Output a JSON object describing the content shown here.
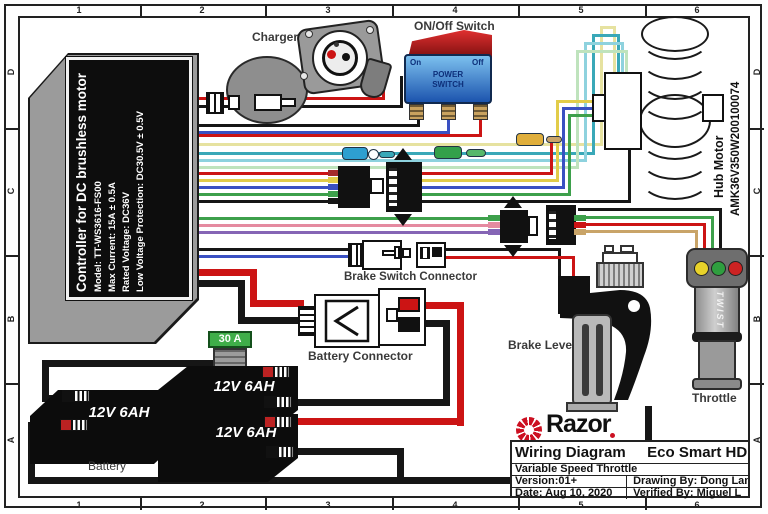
{
  "frame": {
    "cols": [
      "1",
      "2",
      "3",
      "4",
      "5",
      "6"
    ],
    "rows": [
      "D",
      "C",
      "B",
      "A"
    ]
  },
  "controller": {
    "line1": "Controller for DC brushless motor",
    "line2": "Model: TT-WS3616-FS00",
    "line3": "Max Current: 15A ± 0.5A",
    "line4": "Rated Voltage: DC36V",
    "line5": "Low Voltage Protection: DC30.5V ± 0.5V"
  },
  "components": {
    "charger_port": "Charger Port",
    "on_off_switch": "ON/Off Switch",
    "switch_on": "On",
    "switch_off": "Off",
    "power_switch": "POWER SWITCH",
    "hub_motor": "Hub Motor",
    "hub_motor_serial": "AMK36V350W200100074",
    "brake_switch_connector": "Brake Switch Connector",
    "battery_connector": "Battery Connector",
    "brake_lever": "Brake Lever",
    "throttle": "Throttle",
    "throttle_grip_text": "TWIST",
    "fuse_rating": "30 A",
    "battery_label": "Battery",
    "batteries": [
      "12V 6AH",
      "12V 6AH",
      "12V 6AH"
    ]
  },
  "title_block": {
    "brand": "Razor",
    "doc_title": "Wiring Diagram",
    "product": "Eco Smart HD",
    "subtitle": "Variable Speed Throttle",
    "version": "Version:01+",
    "drawing_by": "Drawing By: Dong Lam",
    "date": "Date: Aug 10, 2020",
    "verified_by": "Verified By: Miguel L"
  },
  "colors": {
    "wire_red": "#cc1414",
    "wire_black": "#161616",
    "wire_blue": "#3a50c2",
    "wire_yellow": "#e2cc49",
    "wire_green": "#3da04b",
    "wire_teal": "#39a8b8",
    "wire_cyan": "#8ed2de",
    "wire_pale_yellow": "#e6e2a0",
    "wire_pale_green": "#bfe3bd",
    "wire_pink": "#e58aa0",
    "wire_purple": "#8565b5",
    "wire_tan": "#c9a468",
    "fuse_green": "#3fae49",
    "brand_red": "#cc1122"
  }
}
